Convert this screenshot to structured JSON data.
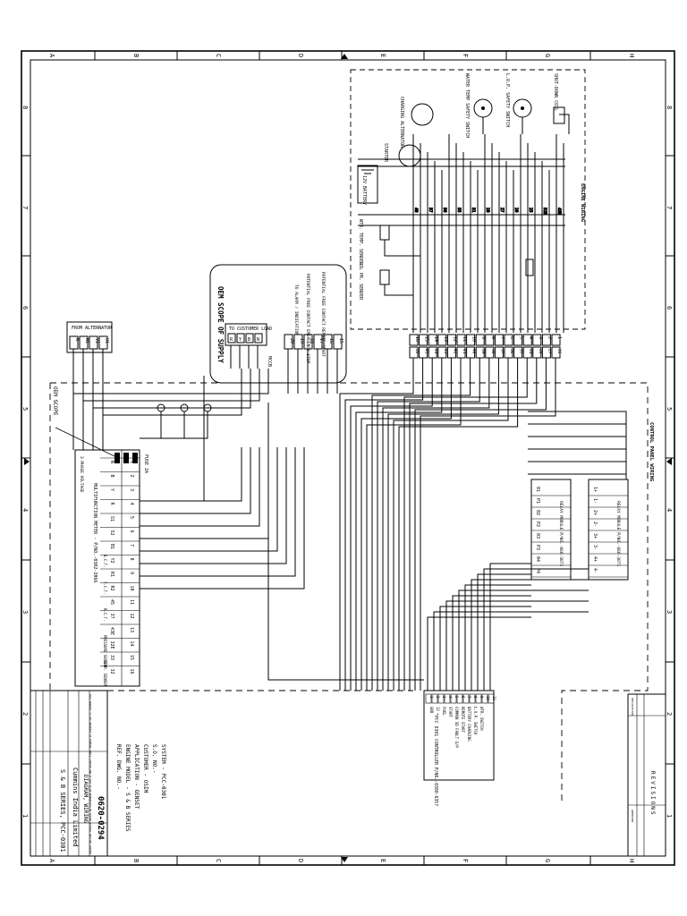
{
  "sheet": {
    "zone_letters": [
      "A",
      "B",
      "C",
      "D",
      "E",
      "F",
      "G",
      "H"
    ],
    "zone_numbers": [
      "8",
      "7",
      "6",
      "5",
      "4",
      "3",
      "2",
      "1"
    ]
  },
  "title_block": {
    "system": "SYSTEM - PCC-0301",
    "so_no": "S.O. NO.-",
    "customer": "CUSTOMER - OSIM",
    "application": "APPLICATION - GENSET",
    "engine_model": "ENGINE MODEL - S & B SERIES",
    "ref_dwg": "REF. DWG. NO.-",
    "series_title": "S & B SERIES, PCC-0301",
    "company": "Cummins India Limited",
    "drawing_title": "DIAGRAM, WIRING",
    "drawing_number": "0620-0294"
  },
  "engine": {
    "section_label": "ENGINE WIRING",
    "shutdown_coil": "SHUT-DOWN COIL",
    "lop_switch": "L.O.P. SAFETY SWITCH",
    "water_temp_switch": "WATER TEMP SAFETY SWITCH",
    "charging_alternator": "CHARGING ALTERNATOR",
    "starter": "STARTER",
    "battery": "12V BATTERY",
    "wtr_temp_sender": "WTR. TEMP. SENDER",
    "oil_pr_sender": "OIL PR. SENDER",
    "terminal_nums": [
      "40",
      "37",
      "36",
      "35",
      "31",
      "28",
      "27",
      "26",
      "25",
      "32E",
      "43E"
    ]
  },
  "oem_supply": {
    "title": "OEM SCOPE OF SUPPLY",
    "remote_start": "POTENTIAL FREE CONTACT REMOTE START",
    "alarm": "TO ALARM / INDICATION",
    "emergency_stop": "POTENTIAL FREE CONTACT EMERGENCY STOP",
    "customer_load": "TO CUSTOMER LOAD",
    "load_terms": [
      "R",
      "Y",
      "B",
      "N"
    ],
    "mccb": "MCCB",
    "terms": [
      "20",
      "19",
      "18",
      "17",
      "16",
      "15"
    ]
  },
  "alternator": {
    "title": "FROM ALTERNATOR",
    "terms": [
      "N",
      "W1",
      "V1",
      "U1"
    ]
  },
  "oem_scope": "OEM SCOPE",
  "fuse": "FUSE 2A",
  "meter": {
    "title": "MULTIFUNCTION METER - P/NO.-0302-2066",
    "phase_voltage": "3 PHASE VOLTAGE",
    "rows": [
      {
        "num": "1",
        "sig": "N"
      },
      {
        "num": "2",
        "sig": "B"
      },
      {
        "num": "3",
        "sig": "Y"
      },
      {
        "num": "4",
        "sig": "R"
      },
      {
        "num": "5",
        "sig": "S1"
      },
      {
        "num": "6",
        "sig": "S2"
      },
      {
        "num": "7",
        "sig": "B1"
      },
      {
        "num": "8",
        "sig": "Y2"
      },
      {
        "num": "9",
        "sig": "R1"
      },
      {
        "num": "10",
        "sig": "R2"
      },
      {
        "num": "11",
        "sig": "45"
      },
      {
        "num": "12",
        "sig": "37"
      },
      {
        "num": "13",
        "sig": "43E"
      },
      {
        "num": "14",
        "sig": "32E"
      },
      {
        "num": "15",
        "sig": "33"
      },
      {
        "num": "16",
        "sig": "32"
      }
    ],
    "ct_label": "B.C.T.",
    "ct2_label": "Y.C.T.",
    "ct3_label": "R.C.T.",
    "pressure": "PRESSURE SENDER",
    "temp": "TEMP. SENDER"
  },
  "control_panel": {
    "section_label": "CONTROL PANEL WIRING",
    "tb_top": [
      "16",
      "15",
      "14",
      "13",
      "12",
      "11",
      "10",
      "9",
      "8",
      "7",
      "6",
      "5",
      "4",
      "3",
      "2",
      "1"
    ],
    "tb_wires": [
      "26",
      "45",
      "44",
      "43",
      "42",
      "41",
      "40",
      "39",
      "38",
      "37",
      "36",
      "35",
      "31",
      "28",
      "27",
      "26"
    ]
  },
  "relays": {
    "relay1": "RELAY MODULE P/NO.-666-3071",
    "relay2": "RELAY MODULE P/NO.-666-3071",
    "pins": [
      "01",
      "P1",
      "02",
      "P2",
      "03",
      "P3",
      "04",
      "P4"
    ],
    "coil": [
      "1+",
      "1-",
      "2+",
      "2-",
      "3+",
      "3-",
      "4+",
      "4-"
    ]
  },
  "controller": {
    "title": "PCC 0301 CONTROLLER P/NO.-0300-6357",
    "pins": [
      {
        "num": "1",
        "label": "GND"
      },
      {
        "num": "2",
        "label": "12 +"
      },
      {
        "num": "3",
        "label": "FUEL"
      },
      {
        "num": "4",
        "label": "START"
      },
      {
        "num": "5",
        "label": "COMMON SD FAULT O/P"
      },
      {
        "num": "6",
        "label": "REMOTE START"
      },
      {
        "num": "7",
        "label": "BATTERY CHARGING"
      },
      {
        "num": "8",
        "label": "L.O.P. SWITCH"
      },
      {
        "num": "9",
        "label": "WTR. SWITCH"
      },
      {
        "num": "10",
        "label": ""
      },
      {
        "num": "11",
        "label": ""
      }
    ]
  },
  "revision": {
    "header": "REVISIONS",
    "col1": "DESCRIPTION",
    "col2": "DATE",
    "col3": "APPROVED"
  },
  "fine_print": "THIS DRAWING IS THE PROPERTY OF CUMMINS INDIA LIMITED AND IS NOT TO BE REPRODUCED OR COPIED WITHOUT WRITTEN CONSENT"
}
